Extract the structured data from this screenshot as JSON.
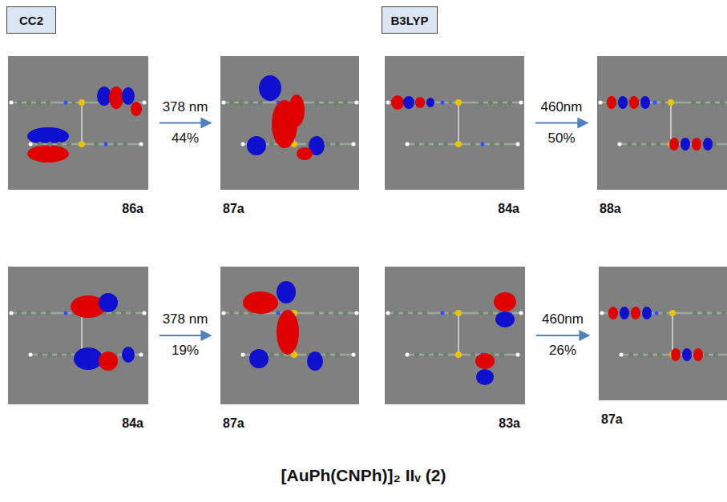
{
  "diagram": {
    "title": "[AuPh(CNPh)]₂ IIᵥ (2)",
    "nodes": [
      {
        "text": [
          "CC2"
        ]
      },
      {
        "text": [
          "B3LYP"
        ]
      },
      {
        "text": [
          "86a"
        ]
      },
      {
        "text": [
          "87a"
        ]
      },
      {
        "text": [
          "84a"
        ]
      },
      {
        "text": [
          "88a"
        ]
      },
      {
        "text": [
          "84a"
        ]
      },
      {
        "text": [
          "87a"
        ]
      },
      {
        "text": [
          "83a"
        ]
      },
      {
        "text": [
          "87a"
        ]
      }
    ],
    "edges": [
      {
        "from": 2,
        "to": 3,
        "arrow": "to",
        "label": "378 nm"
      },
      {
        "from": 4,
        "to": 5,
        "arrow": "to",
        "label": "460nm"
      },
      {
        "from": 6,
        "to": 7,
        "arrow": "to",
        "label": "378 nm"
      },
      {
        "from": 8,
        "to": 9,
        "arrow": "to",
        "label": "460nm"
      }
    ],
    "labels": [
      "44%",
      "50%",
      "19%",
      "26%"
    ]
  }
}
